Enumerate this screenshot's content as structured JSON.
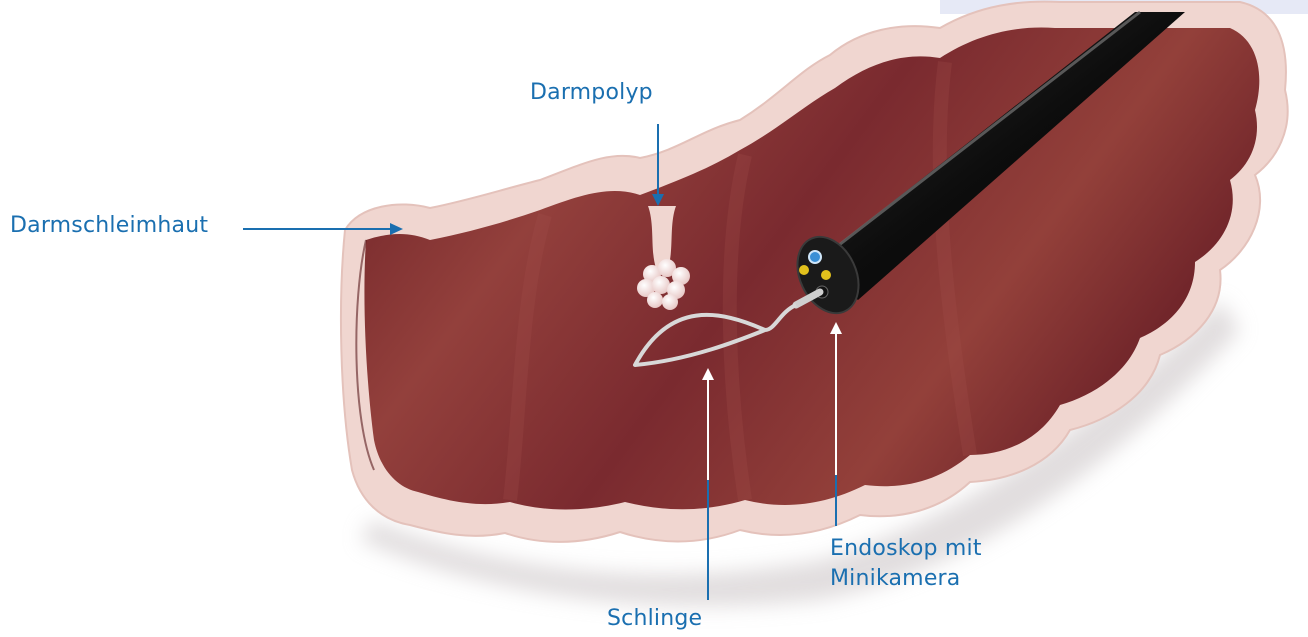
{
  "labels": {
    "darmpolyp": "Darmpolyp",
    "darmschleimhaut": "Darmschleimhaut",
    "endoskop_line1": "Endoskop mit",
    "endoskop_line2": "Minikamera",
    "schlinge": "Schlinge"
  },
  "colors": {
    "label_text": "#1a6fb0",
    "leader_line_blue": "#1a6fb0",
    "leader_line_white": "#ffffff",
    "intestine_wall": "#7e2a2e",
    "mucosa": "#f1d7d2",
    "endoscope": "#121212"
  }
}
